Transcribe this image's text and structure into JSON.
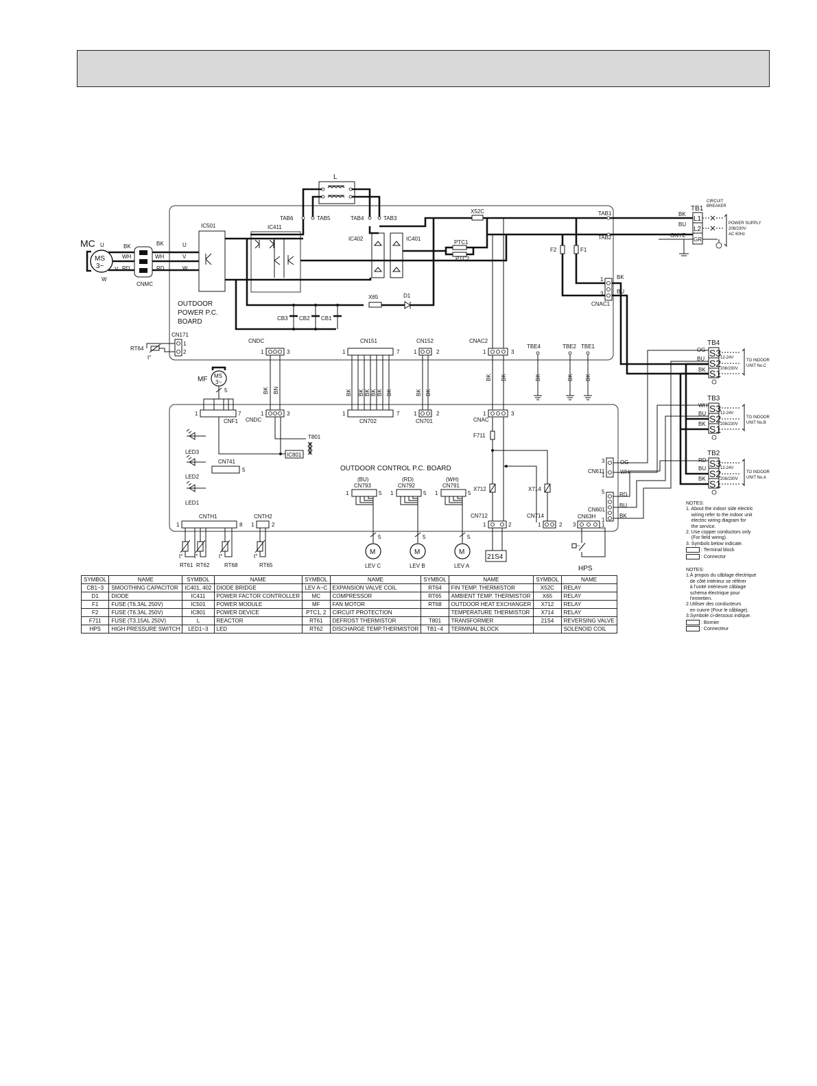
{
  "labels": {
    "L": "L",
    "tab6": "TAB6",
    "tab5": "TAB5",
    "tab4": "TAB4",
    "tab3": "TAB3",
    "tab1": "TAB1",
    "tab2": "TAB2",
    "x52c": "X52C",
    "ic501": "IC501",
    "ic411": "IC411",
    "ic402": "IC402",
    "ic401": "IC401",
    "ptc1": "PTC1",
    "ptc2": "PTC2",
    "f2": "F2",
    "f1": "F1",
    "mc": "MC",
    "ms3": "MS",
    "ms3b": "3~",
    "u": "U",
    "v": "V",
    "w": "W",
    "bk": "BK",
    "wh": "WH",
    "rd": "RD",
    "bu": "BU",
    "og": "OG",
    "bn": "BN",
    "gnye": "GNYE",
    "cnmc": "CNMC",
    "board1": "OUTDOOR",
    "board2": "POWER P.C.",
    "board3": "BOARD",
    "x65": "X65",
    "d1": "D1",
    "cb3": "CB3",
    "cb2": "CB2",
    "cb1": "CB1",
    "cn171": "CN171",
    "rt64": "RT64",
    "t0": "t°",
    "cndc": "CNDC",
    "cn151": "CN151",
    "cn152": "CN152",
    "cnac2": "CNAC2",
    "tbe4": "TBE4",
    "tbe2": "TBE2",
    "tbe1": "TBE1",
    "cnac1": "CNAC1",
    "mf": "MF",
    "cnf1": "CNF1",
    "cn702": "CN702",
    "cn701": "CN701",
    "cnac": "CNAC",
    "led3": "LED3",
    "led2": "LED2",
    "led1": "LED1",
    "t801": "T801",
    "ic801": "IC801",
    "cn741": "CN741",
    "control_board": "OUTDOOR CONTROL P.C. BOARD",
    "bu_p": "(BU)",
    "rd_p": "(RD)",
    "wh_p": "(WH)",
    "cn793": "CN793",
    "cn792": "CN792",
    "cn791": "CN791",
    "f711": "F711",
    "x712": "X712",
    "x714": "X714",
    "cn712": "CN712",
    "cn714": "CN714",
    "cn611": "CN611",
    "cn601": "CN601",
    "cn63h": "CN63H",
    "cnth1": "CNTH1",
    "cnth2": "CNTH2",
    "rt61": "RT61",
    "rt62": "RT62",
    "rt68": "RT68",
    "rt65": "RT65",
    "lev_c": "LEV C",
    "lev_b": "LEV B",
    "lev_a": "LEV A",
    "m": "M",
    "s21s4": "21S4",
    "hps": "HPS",
    "tb1": "TB1",
    "l1": "L1",
    "l2": "L2",
    "gr": "GR",
    "breaker1": "CIRCUIT",
    "breaker2": "BREAKER",
    "ps1": "POWER SUPPLY",
    "ps2": "208/230V",
    "ps3": "AC 60Hz",
    "tb4": "TB4",
    "tb3": "TB3",
    "tb2": "TB2",
    "s1": "S1",
    "s2": "S2",
    "s3": "S3",
    "v24": "12-24V",
    "v230": "208/230V",
    "to_indoor": "TO INDOOR",
    "unit_c": "UNIT No.C",
    "unit_b": "UNIT No.B",
    "unit_a": "UNIT No.A",
    "n1": "1",
    "n2": "2",
    "n3": "3",
    "n5": "5",
    "n7": "7",
    "n8": "8"
  },
  "legend": {
    "headers": [
      "SYMBOL",
      "NAME",
      "SYMBOL",
      "NAME",
      "SYMBOL",
      "NAME",
      "SYMBOL",
      "NAME",
      "SYMBOL",
      "NAME"
    ],
    "rows": [
      [
        "CB1~3",
        "SMOOTHING CAPACITOR",
        "IC401, 402",
        "DIODE BRIDGE",
        "LEV A~C",
        "EXPANSION VALVE COIL",
        "RT64",
        "FIN TEMP. THERMISTOR",
        "X52C",
        "RELAY"
      ],
      [
        "D1",
        "DIODE",
        "IC411",
        "POWER FACTOR CONTROLLER",
        "MC",
        "COMPRESSOR",
        "RT65",
        "AMBIENT TEMP. THERMISTOR",
        "X65",
        "RELAY"
      ],
      [
        "F1",
        "FUSE (T6.3AL 250V)",
        "IC501",
        "POWER MODULE",
        "MF",
        "FAN MOTOR",
        "RT68",
        "OUTDOOR HEAT EXCHANGER",
        "X712",
        "RELAY"
      ],
      [
        "F2",
        "FUSE (T6.3AL 250V)",
        "IC801",
        "POWER DEVICE",
        "PTC1, 2",
        "CIRCUIT PROTECTION",
        "",
        "TEMPERATURE THERMISTOR",
        "X714",
        "RELAY"
      ],
      [
        "F711",
        "FUSE (T3.15AL 250V)",
        "L",
        "REACTOR",
        "RT61",
        "DEFROST THERMISTOR",
        "T801",
        "TRANSFORMER",
        "21S4",
        "REVERSING VALVE"
      ],
      [
        "HPS",
        "HIGH PRESSURE SWITCH",
        "LED1~3",
        "LED",
        "RT62",
        "DISCHARGE TEMP.THERMISTOR",
        "TB1~4",
        "TERMINAL BLOCK",
        "",
        "SOLENOID COIL"
      ]
    ]
  },
  "notes_en": {
    "title": "NOTES:",
    "lines": [
      "1. About the indoor side electric",
      "    wiring refer to the indoor unit",
      "    electric wiring diagram for",
      "    the service.",
      "2. Use copper conductors only",
      "    (For field wiring).",
      "3. Symbols below indicate."
    ],
    "sym1": ": Terminal block",
    "sym2": ": Connector"
  },
  "notes_fr": {
    "title": "NOTES:",
    "lines": [
      "1.À propos du câblage électrique",
      "   de côté intérieur se référer",
      "   à l'unité intérieure câblage",
      "   schéma électrique pour",
      "   l'entretien.",
      "2.Utiliser des conducteurs",
      "   en cuivre (Pour le câblage).",
      "3.Symbole ci-dessous indique."
    ],
    "sym1": ": Bornier",
    "sym2": ": Connecteur"
  },
  "colors": {
    "line": "#111111",
    "header_band": "#d9d9d9",
    "background": "#ffffff"
  }
}
